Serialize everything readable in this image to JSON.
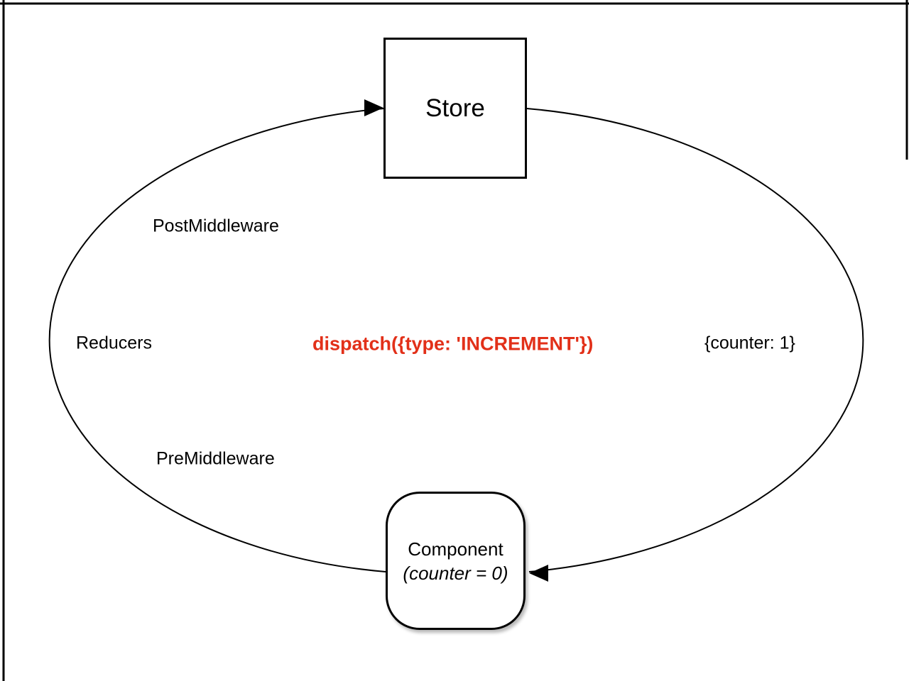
{
  "diagram": {
    "store": {
      "label": "Store"
    },
    "component": {
      "label": "Component",
      "state": "(counter = 0)"
    },
    "labels": {
      "post_middleware": "PostMiddleware",
      "reducers": "Reducers",
      "pre_middleware": "PreMiddleware",
      "dispatch": "dispatch({type: 'INCREMENT'})",
      "counter_state": "{counter: 1}"
    },
    "colors": {
      "dispatch_text": "#E23019",
      "stroke": "#000000",
      "background": "#FFFFFF"
    }
  }
}
